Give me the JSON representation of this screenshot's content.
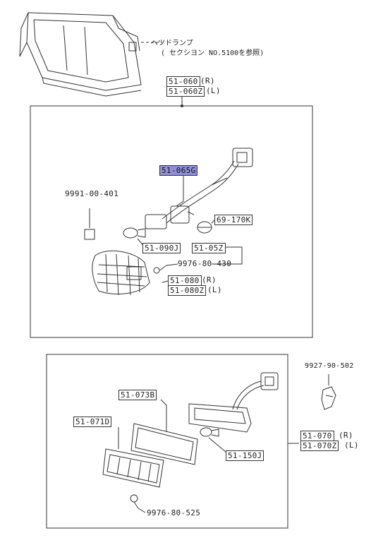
{
  "headlamp_note": {
    "line1": "ヘツドランプ",
    "line2": "( セクシヨン NO.5100を参照)"
  },
  "upper_assembly": {
    "part_r": "51-060",
    "part_r_side": "(R)",
    "part_l": "51-060Z",
    "part_l_side": "(L)"
  },
  "upper_parts": {
    "highlighted": "51-065G",
    "clip": "9991-00-401",
    "bulb_socket": "69-170K",
    "bulb": "51-090J",
    "gasket": "51-05Z",
    "screw": "9976-80-430",
    "lens_r": "51-080",
    "lens_r_side": "(R)",
    "lens_l": "51-080Z",
    "lens_l_side": "(L)"
  },
  "lower_parts": {
    "clip": "9927-90-502",
    "gasket": "51-073B",
    "lens": "51-071D",
    "bulb": "51-150J",
    "screw": "9976-80-525",
    "assembly_r": "51-070",
    "assembly_r_side": "(R)",
    "assembly_l": "51-070Z",
    "assembly_l_side": "(L)"
  },
  "colors": {
    "highlight": "#8f8fd8",
    "line": "#333333"
  }
}
